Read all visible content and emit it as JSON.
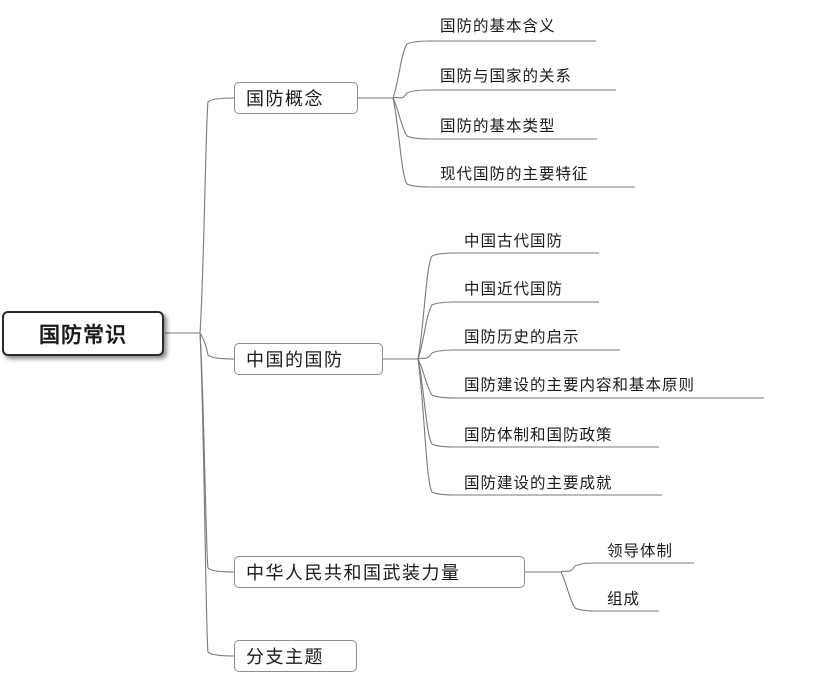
{
  "root": {
    "label": "国防常识"
  },
  "topics": [
    {
      "label": "国防概念",
      "subtopics": [
        "国防的基本含义",
        "国防与国家的关系",
        "国防的基本类型",
        "现代国防的主要特征"
      ]
    },
    {
      "label": "中国的国防",
      "subtopics": [
        "中国古代国防",
        "中国近代国防",
        "国防历史的启示",
        "国防建设的主要内容和基本原则",
        "国防体制和国防政策",
        "国防建设的主要成就"
      ]
    },
    {
      "label": "中华人民共和国武装力量",
      "subtopics": [
        "领导体制",
        "组成"
      ]
    },
    {
      "label": "分支主题",
      "subtopics": []
    }
  ],
  "colors": {
    "line": "#7a7a7a",
    "node_border": "#8e8e8e",
    "root_border": "#2a2a2a",
    "text": "#1a1a1a"
  }
}
